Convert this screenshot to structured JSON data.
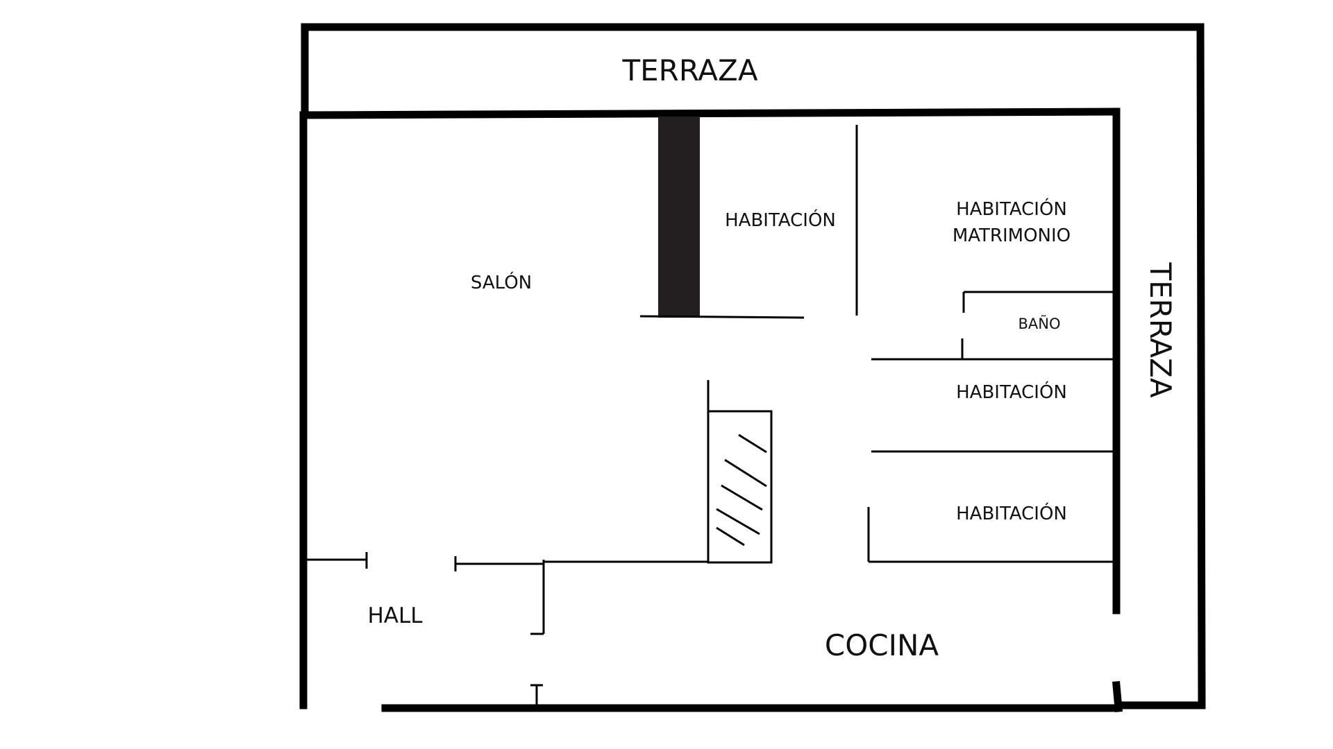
{
  "colors": {
    "wall": "#000000",
    "column": "#231f20",
    "text": "#111111",
    "background": "#ffffff"
  },
  "rooms": {
    "terraza_top": "TERRAZA",
    "terraza_right": "TERRAZA",
    "salon": "SALÓN",
    "habitacion_1": "HABITACIÓN",
    "habitacion_matrimonio_line1": "HABITACIÓN",
    "habitacion_matrimonio_line2": "MATRIMONIO",
    "bano": "BAÑO",
    "habitacion_2": "HABITACIÓN",
    "habitacion_3": "HABITACIÓN",
    "hall": "HALL",
    "cocina": "COCINA"
  }
}
